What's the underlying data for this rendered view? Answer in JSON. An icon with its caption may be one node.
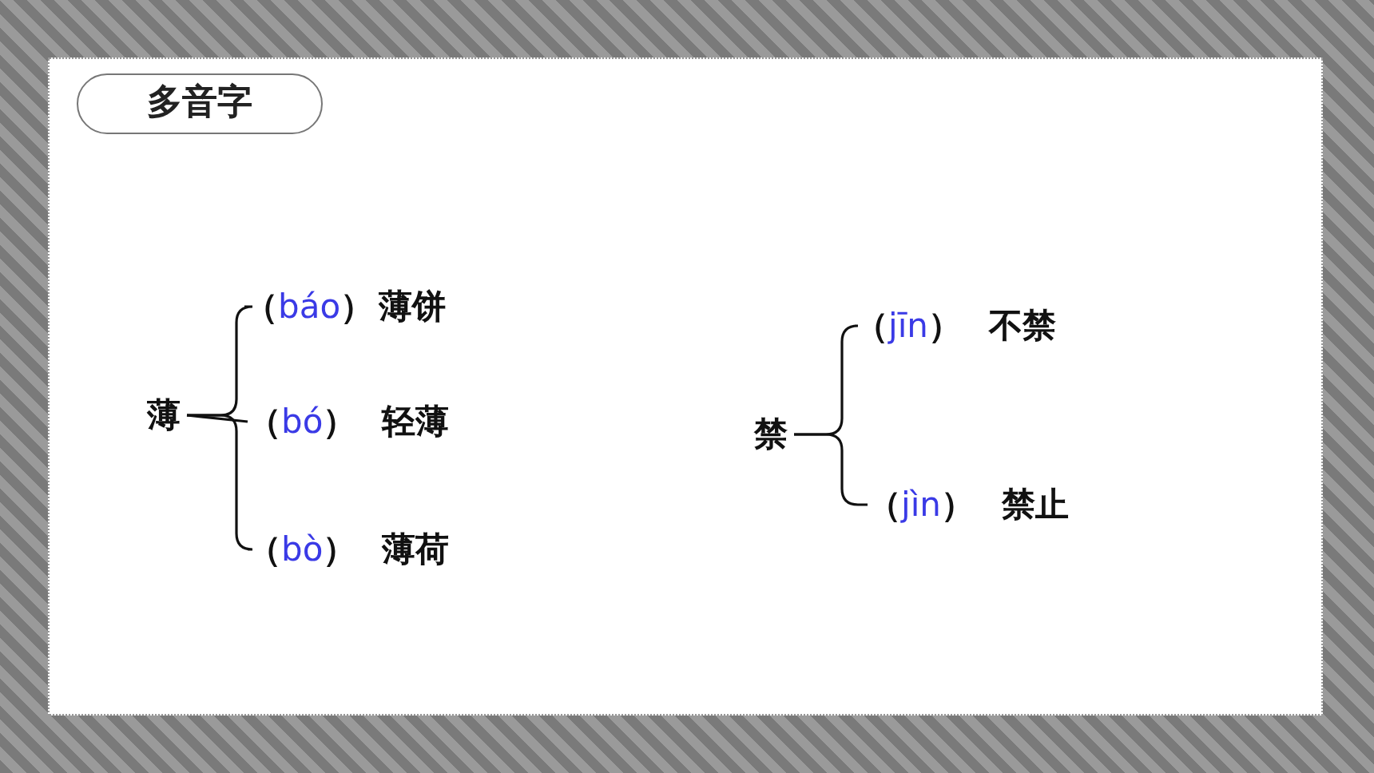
{
  "diagram": {
    "title": "多音字",
    "nodes": [
      {
        "text": [
          "薄"
        ]
      },
      {
        "text": [
          "（báo）",
          "薄饼"
        ]
      },
      {
        "text": [
          "（bó）",
          "轻薄"
        ]
      },
      {
        "text": [
          "（bò）",
          "薄荷"
        ]
      },
      {
        "text": [
          "禁"
        ]
      },
      {
        "text": [
          "（jīn）",
          "不禁"
        ]
      },
      {
        "text": [
          "（jìn）",
          "禁止"
        ]
      }
    ],
    "edges": [
      {
        "from": 0,
        "to": 1,
        "arrow": "none"
      },
      {
        "from": 0,
        "to": 2,
        "arrow": "none"
      },
      {
        "from": 0,
        "to": 3,
        "arrow": "none"
      },
      {
        "from": 4,
        "to": 5,
        "arrow": "none"
      },
      {
        "from": 4,
        "to": 6,
        "arrow": "none"
      }
    ]
  }
}
